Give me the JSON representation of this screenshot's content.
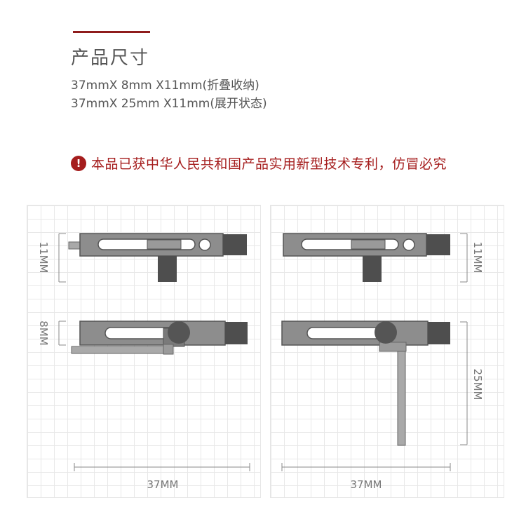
{
  "header": {
    "title": "产品尺寸",
    "spec_folded": "37mmX 8mm X11mm(折叠收纳)",
    "spec_unfolded": "37mmX 25mm X11mm(展开状态)"
  },
  "notice": {
    "icon": "exclamation-circle-icon",
    "text": "本品已获中华人民共和国产品实用新型技术专利，仿冒必究"
  },
  "diagram_left": {
    "height_label": "11MM",
    "depth_label": "8MM",
    "width_label": "37MM"
  },
  "diagram_right": {
    "height_label": "11MM",
    "extended_label": "25MM",
    "width_label": "37MM"
  },
  "colors": {
    "accent": "#8f1c1c",
    "warning": "#a51d1d",
    "body_gray": "#8a8a8a",
    "knob_dark": "#555555",
    "grid": "#e8e8e8"
  }
}
